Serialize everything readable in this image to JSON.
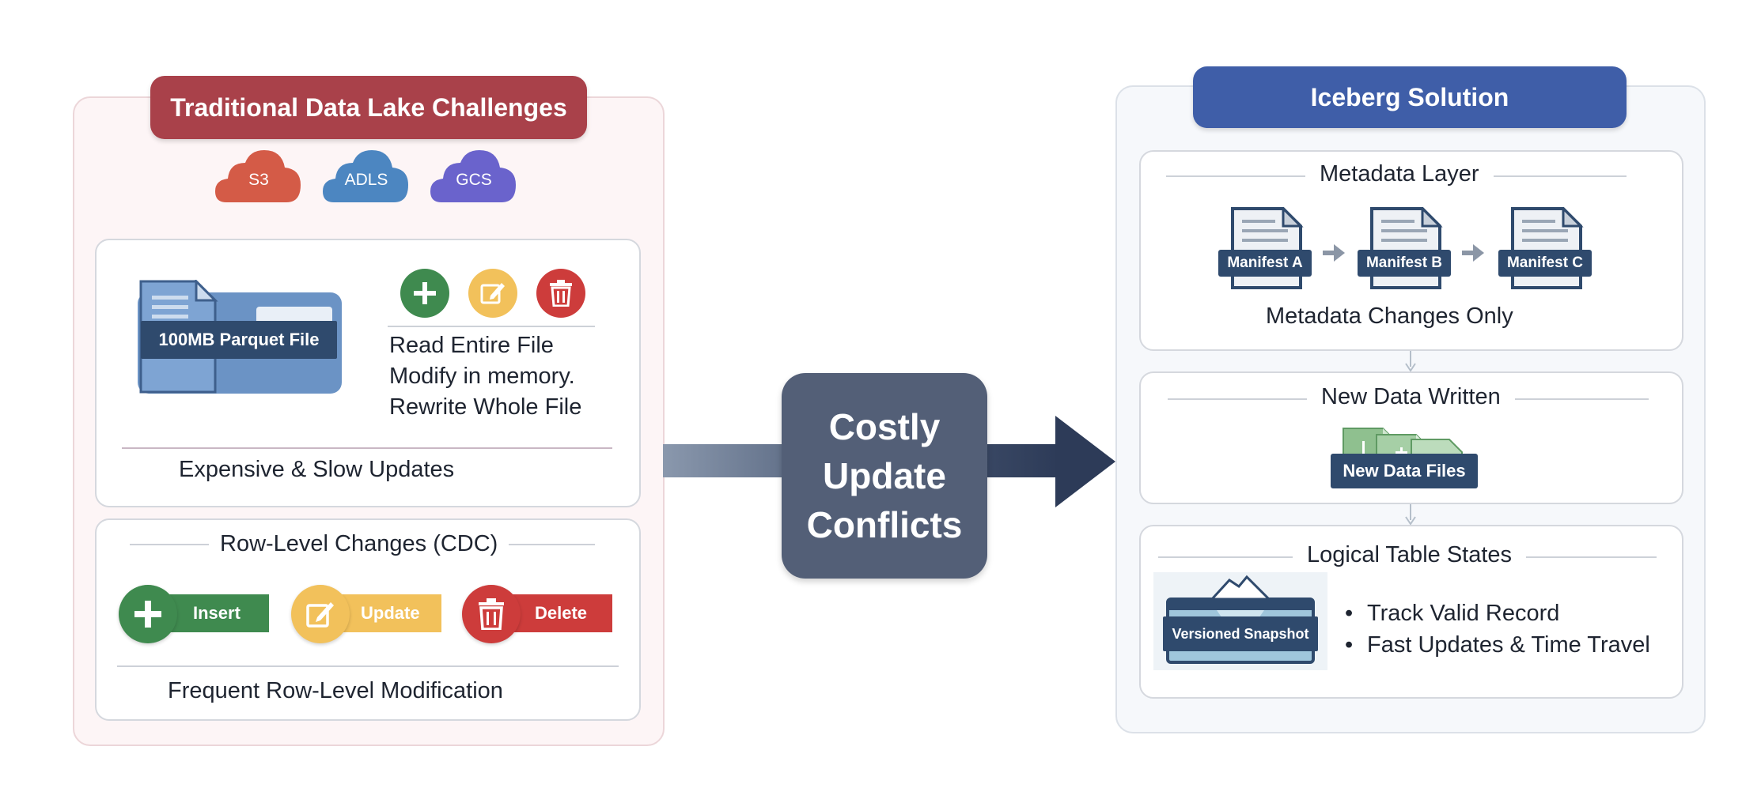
{
  "left": {
    "title": "Traditional Data Lake Challenges",
    "clouds": [
      {
        "label": "S3",
        "color": "#d45b47"
      },
      {
        "label": "ADLS",
        "color": "#4c86c1"
      },
      {
        "label": "GCS",
        "color": "#6a63cc"
      }
    ],
    "file_card": {
      "file_label": "100MB Parquet File",
      "steps": [
        "Read Entire File",
        "Modify in memory.",
        "Rewrite Whole File"
      ],
      "caption": "Expensive & Slow Updates"
    },
    "cdc_card": {
      "title": "Row-Level Changes (CDC)",
      "actions": [
        {
          "label": "Insert",
          "icon": "plus-icon",
          "color": "#3f8a4f"
        },
        {
          "label": "Update",
          "icon": "edit-icon",
          "color": "#f2c15b"
        },
        {
          "label": "Delete",
          "icon": "trash-icon",
          "color": "#cd3c3b"
        }
      ],
      "caption": "Frequent Row-Level Modification"
    }
  },
  "center": {
    "line1": "Costly",
    "line2": "Update",
    "line3": "Conflicts"
  },
  "right": {
    "title": "Iceberg Solution",
    "metadata": {
      "title": "Metadata Layer",
      "manifests": [
        "Manifest A",
        "Manifest B",
        "Manifest C"
      ],
      "caption": "Metadata Changes Only"
    },
    "new_data": {
      "title": "New Data Written",
      "files_label": "New Data Files"
    },
    "logical": {
      "title": "Logical Table States",
      "snapshot_label": "Versioned Snapshot",
      "bullets": [
        "Track Valid Record",
        "Fast Updates & Time Travel"
      ]
    }
  },
  "colors": {
    "left_title_bg": "#a9414a",
    "right_title_bg": "#3f5ea8",
    "center_box_bg": "#535f77",
    "dark_label": "#2f4a6d"
  }
}
